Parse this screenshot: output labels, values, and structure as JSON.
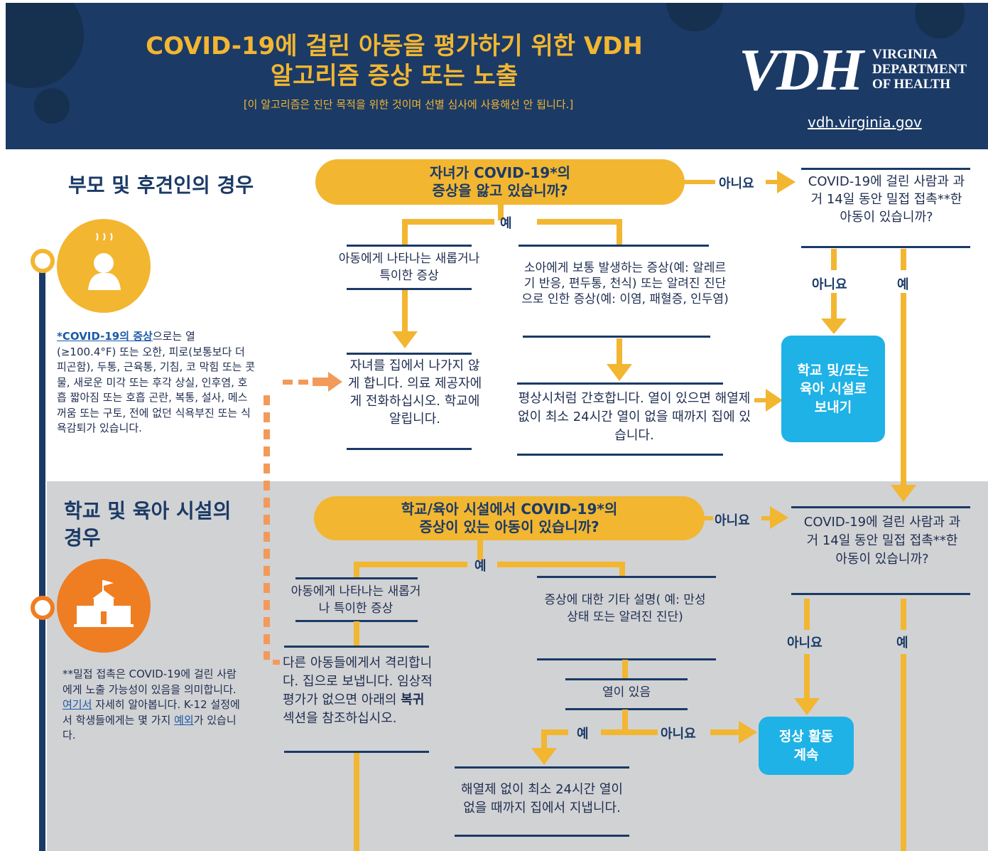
{
  "header": {
    "title_line1": "COVID-19에 걸린 아동을 평가하기 위한 VDH",
    "title_line2": "알고리즘 증상 또는 노출",
    "subtitle": "[이 알고리즘은 진단 목적을 위한 것이며 선별 심사에 사용해선 안 됩니다.]",
    "logo_text": "VDH",
    "org_line1": "VIRGINIA",
    "org_line2": "DEPARTMENT",
    "org_line3": "OF HEALTH",
    "url": "vdh.virginia.gov"
  },
  "parents": {
    "section_title": "부모 및 후견인의 경우",
    "question_line1": "자녀가 COVID-19*의",
    "question_line2": "증상을 앓고 있습니까?",
    "no1": "아니요",
    "yes1": "예",
    "contact_q": "COVID-19에 걸린 사람과 과거 14일 동안 밀접 접촉**한 아동이 있습니까?",
    "no2": "아니요",
    "yes2": "예",
    "new_symptom": "아동에게 나타나는 새롭거나 특이한 증상",
    "usual_symptom": "소아에게 보통 발생하는 증상(예: 알레르기 반응, 편두통, 천식) 또는 알려진 진단으로 인한 증상(예: 이염, 패혈증, 인두염)",
    "stay_home": "자녀를 집에서 나가지 않게 합니다. 의료 제공자에게 전화하십시오. 학교에 알립니다.",
    "care_normal": "평상시처럼 간호합니다. 열이 있으면 해열제 없이 최소 24시간 열이 없을 때까지 집에 있습니다.",
    "send_school": "학교 및/또는 육아 시설로 보내기"
  },
  "symptom_note": {
    "lead": "*COVID-19의 증상",
    "body": "으로는 열 (≥100.4°F) 또는 오한, 피로(보통보다 더 피곤함), 두통, 근육통, 기침, 코 막힘 또는 콧물, 새로운 미각 또는 후각 상실, 인후염, 호흡 짧아짐 또는 호흡 곤란, 복통, 설사, 메스꺼움 또는 구토, 전에 없던 식욕부진 또는 식욕감퇴가 있습니다."
  },
  "school": {
    "section_title_line1": "학교 및 육아 시설의",
    "section_title_line2": "경우",
    "question_line1": "학교/육아 시설에서 COVID-19*의",
    "question_line2": "증상이 있는 아동이 있습니까?",
    "no1": "아니요",
    "yes1": "예",
    "contact_q": "COVID-19에 걸린 사람과 과거 14일 동안 밀접 접촉**한 아동이 있습니까?",
    "no2": "아니요",
    "yes2": "예",
    "new_symptom": "아동에게 나타나는 새롭거나 특이한 증상",
    "other_expl": "증상에 대한 기타 설명( 예: 만성 상태 또는 알려진 진단)",
    "isolate_a": "다른 아동들에게서 격리합니다. 집으로 보냅니다. 임상적 평가가 없으면 아래의 ",
    "isolate_bold": "복귀",
    "isolate_b": " 섹션을 참조하십시오.",
    "fever": "열이 있음",
    "fever_yes": "예",
    "fever_no": "아니요",
    "home_24": "해열제 없이 최소 24시간 열이 없을 때까지 집에서 지냅니다.",
    "continue": "정상 활동 계속"
  },
  "contact_note": {
    "lead": "**밀접 접촉은 COVID-19에 걸린 사람에게 노출 가능성이 있음을 의미합니다. ",
    "link1": "여기서",
    "mid": " 자세히 알아봅니다. K-12 설정에서 학생들에게는 몇 가지 ",
    "link2": "예외",
    "tail": "가 있습니다."
  },
  "colors": {
    "navy": "#1b3a66",
    "gold": "#f2b631",
    "orange": "#ef7d22",
    "cyan": "#1eb2e6",
    "gray": "#d1d2d4"
  }
}
